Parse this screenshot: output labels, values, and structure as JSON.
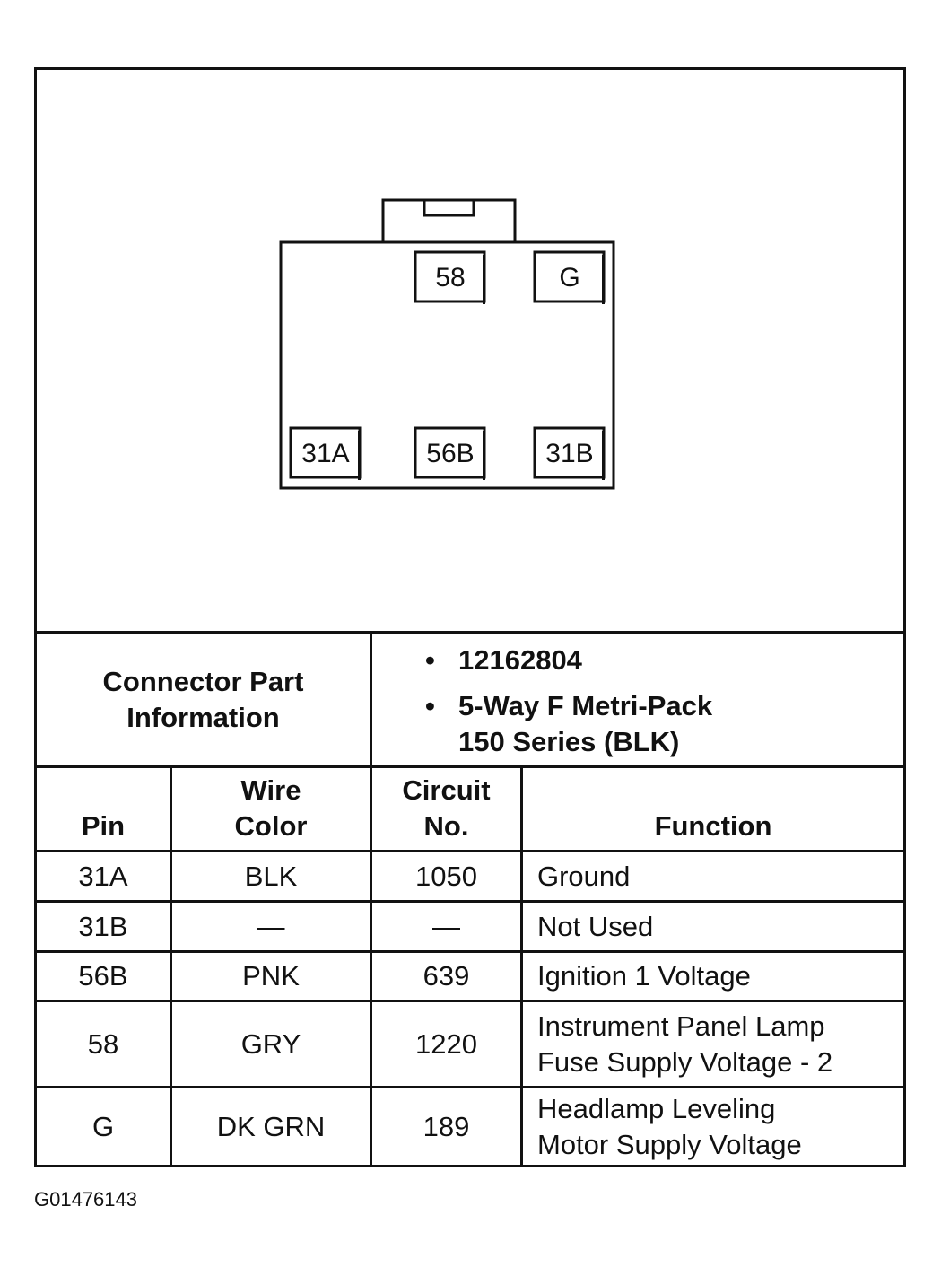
{
  "connector": {
    "pins_top": [
      "58",
      "G"
    ],
    "pins_bottom": [
      "31A",
      "56B",
      "31B"
    ]
  },
  "part_info": {
    "label_line1": "Connector Part",
    "label_line2": "Information",
    "part_number": "12162804",
    "description_line1": "5-Way F Metri-Pack",
    "description_line2": "150 Series (BLK)"
  },
  "table": {
    "headers": {
      "pin": "Pin",
      "wire_line1": "Wire",
      "wire_line2": "Color",
      "circuit_line1": "Circuit",
      "circuit_line2": "No.",
      "function": "Function"
    },
    "rows": [
      {
        "pin": "31A",
        "wire": "BLK",
        "circuit": "1050",
        "function_line1": "Ground",
        "function_line2": ""
      },
      {
        "pin": "31B",
        "wire": "—",
        "circuit": "—",
        "function_line1": "Not Used",
        "function_line2": ""
      },
      {
        "pin": "56B",
        "wire": "PNK",
        "circuit": "639",
        "function_line1": "Ignition 1 Voltage",
        "function_line2": ""
      },
      {
        "pin": "58",
        "wire": "GRY",
        "circuit": "1220",
        "function_line1": "Instrument Panel Lamp",
        "function_line2": "Fuse Supply Voltage - 2"
      },
      {
        "pin": "G",
        "wire": "DK GRN",
        "circuit": "189",
        "function_line1": "Headlamp Leveling",
        "function_line2": "Motor Supply Voltage"
      }
    ]
  },
  "figure_id": "G01476143"
}
